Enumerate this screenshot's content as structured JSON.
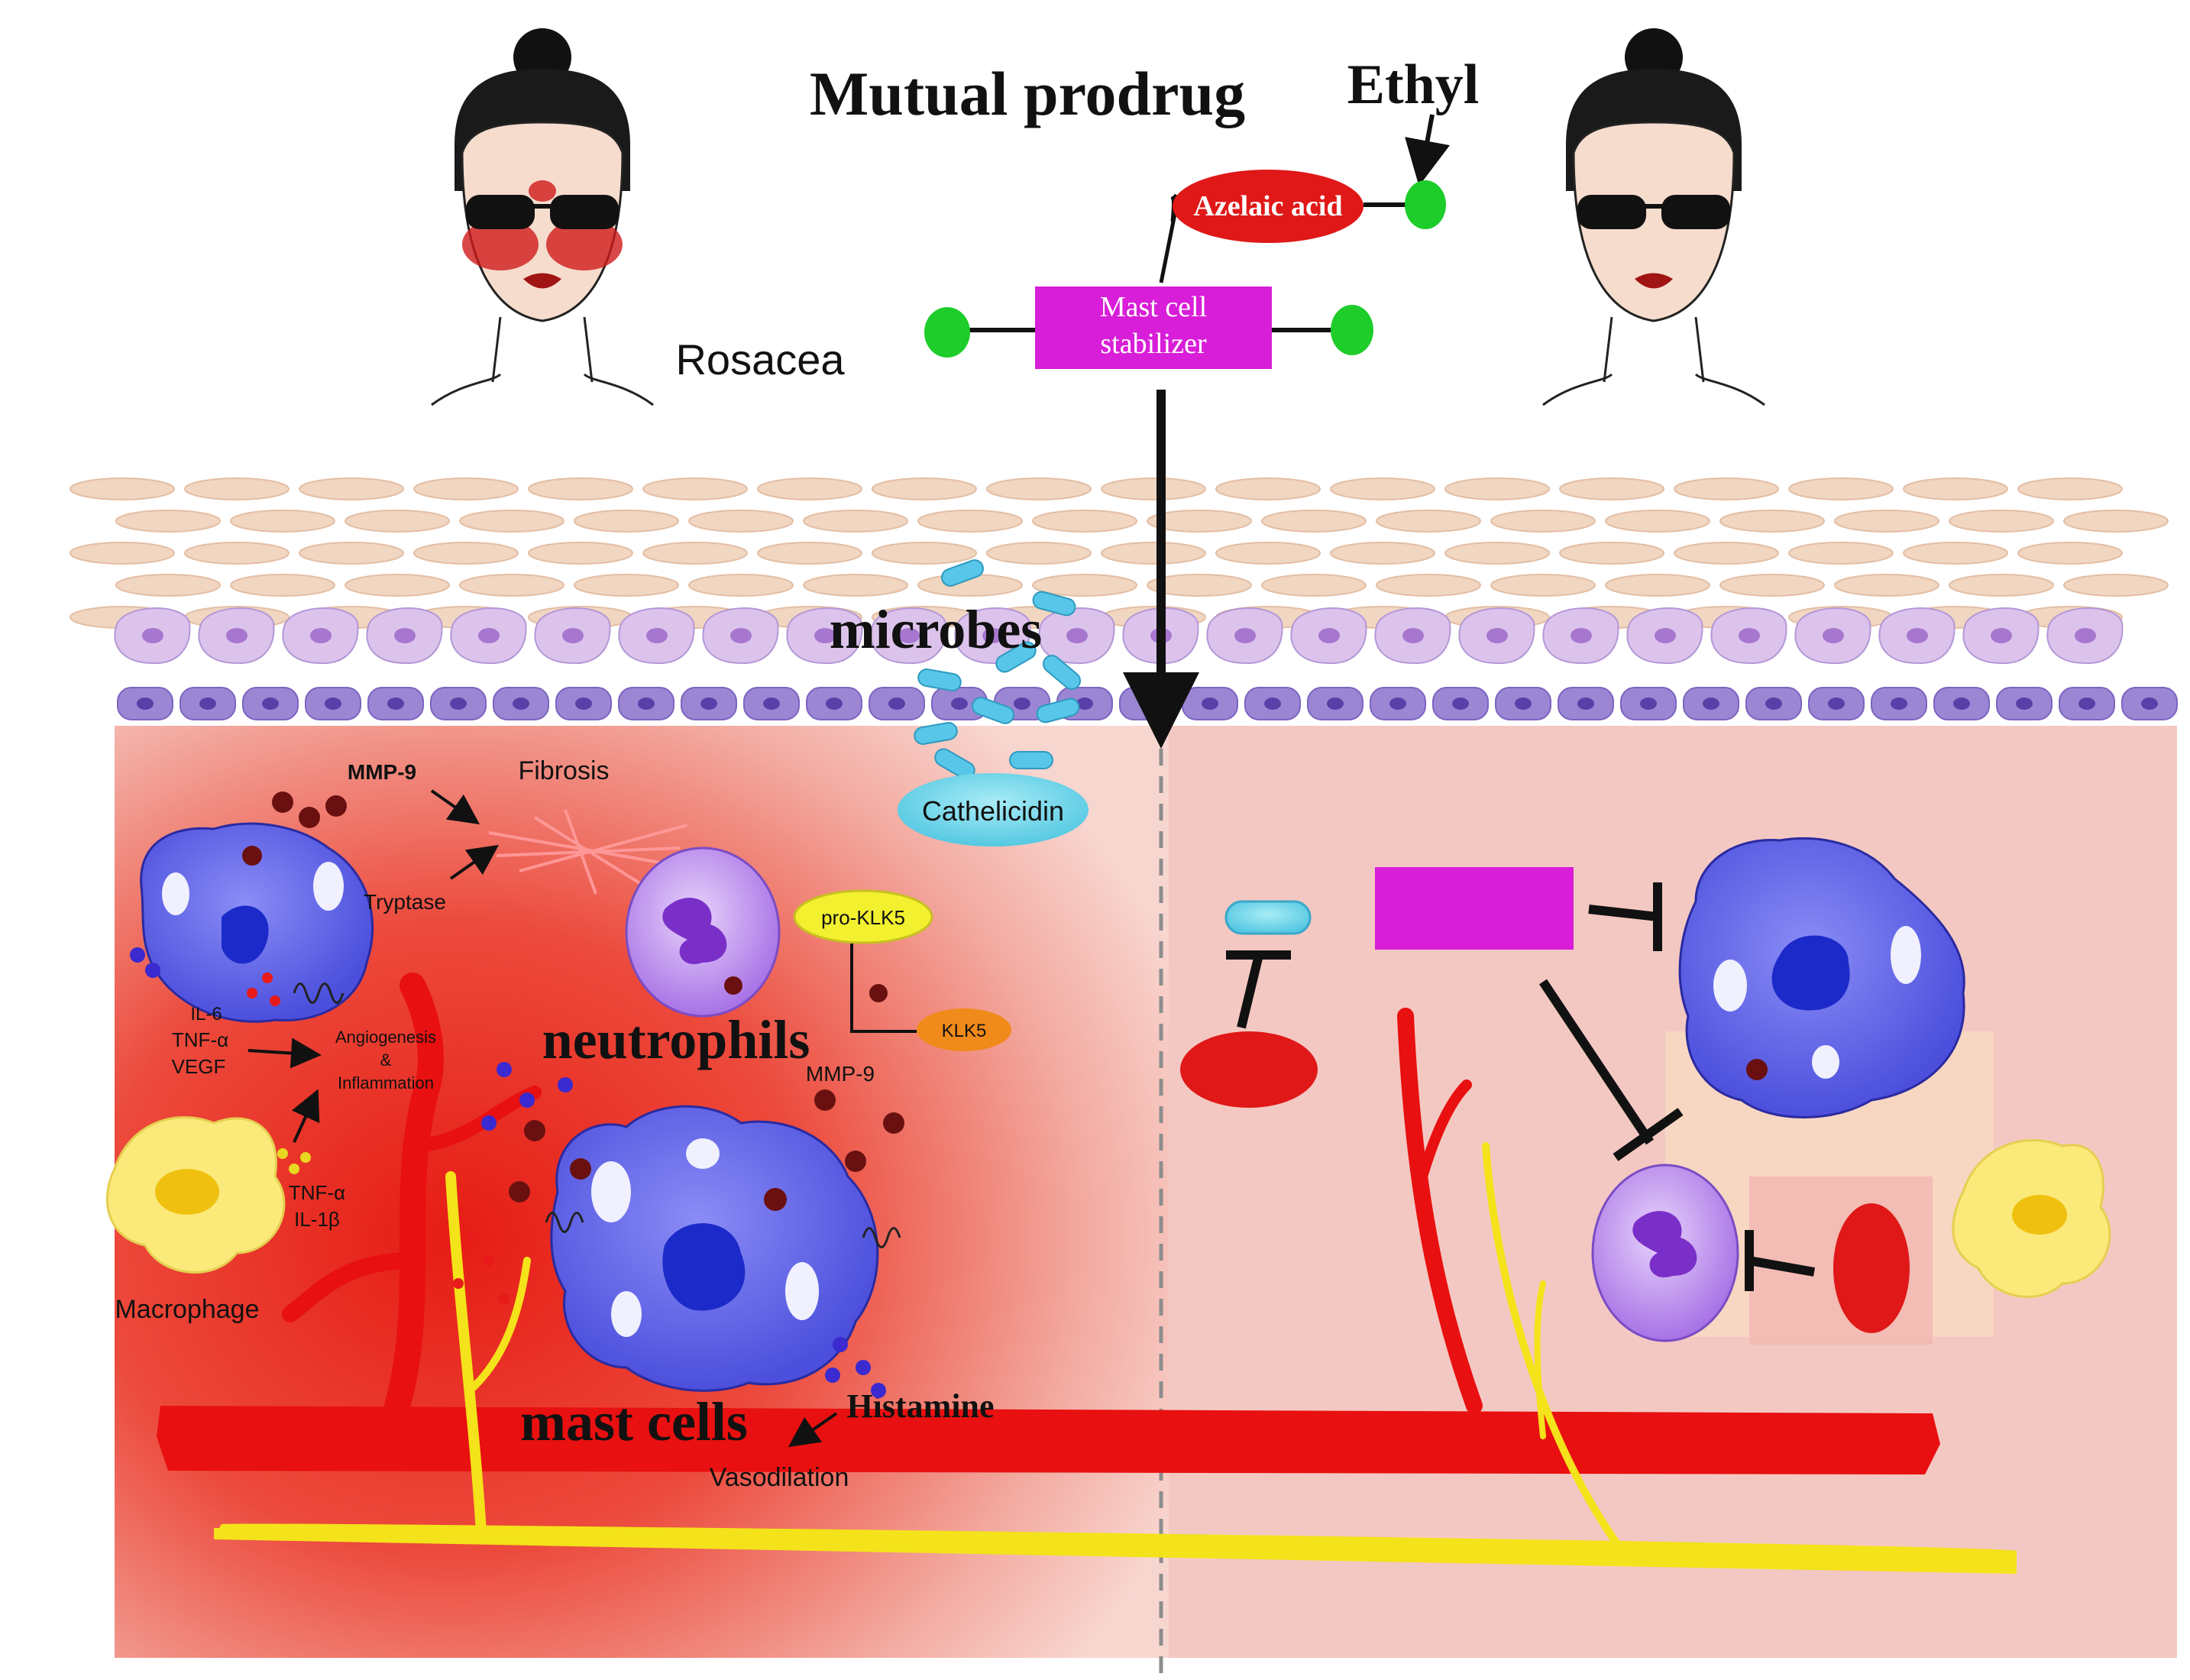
{
  "title": "Mutual prodrug",
  "header": {
    "ethyl_label": "Ethyl",
    "azelaic_label": "Azelaic acid",
    "stabilizer_line1": "Mast cell",
    "stabilizer_line2": "stabilizer",
    "condition_label": "Rosacea"
  },
  "skin": {
    "microbes_label": "microbes",
    "cathelicidin_label": "Cathelicidin"
  },
  "pathology": {
    "mmp9_top": "MMP-9",
    "fibrosis": "Fibrosis",
    "tryptase": "Tryptase",
    "cytokines_1": "IL-6",
    "cytokines_2": "TNF-α",
    "cytokines_3": "VEGF",
    "angio_1": "Angiogenesis",
    "angio_2": "&",
    "angio_3": "Inflammation",
    "tnf_label": "TNF-α",
    "il1_label": "IL-1β",
    "macrophage": "Macrophage",
    "pro_klk5": "pro-KLK5",
    "klk5": "KLK5",
    "neutrophils": "neutrophils",
    "mmp9_mid": "MMP-9",
    "mast_cells": "mast cells",
    "histamine": "Histamine",
    "vasodilation": "Vasodilation"
  },
  "colors": {
    "title_text": "#111111",
    "azelaic_fill": "#e01818",
    "ethyl_fill": "#1ecc2a",
    "stabilizer_fill": "#d81ed8",
    "vessel": "#e81010",
    "nerve": "#f4e21a",
    "mast_cell": "#5a5ee8",
    "neutrophil": "#b07ce8",
    "macrophage": "#fbe97a",
    "cathelicidin": "#6fd6ea",
    "inflamed_region": "#e6201a",
    "calm_region": "#f4c2bd"
  }
}
